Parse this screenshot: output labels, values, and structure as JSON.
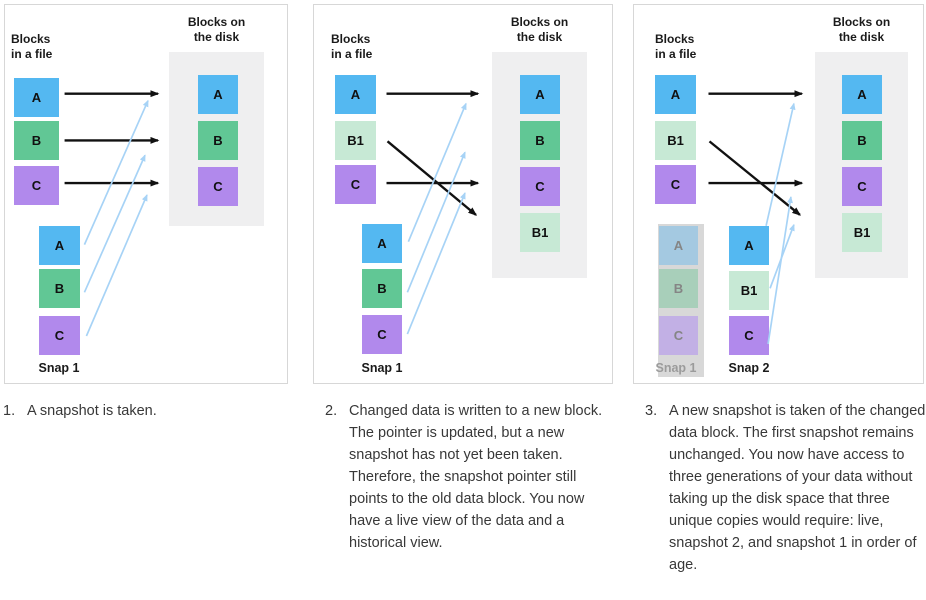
{
  "colors": {
    "block_blue": "#54b8f1",
    "block_green": "#61c795",
    "block_purple": "#b189ec",
    "block_pale_green": "#c7e9d5",
    "faded_blue": "#a4c9e1",
    "faded_green": "#a8cfba",
    "faded_purple": "#c2b0e5",
    "snapshot_backdrop_gray": "#d8d8d8",
    "disk_box_gray": "#efeff0",
    "pointer_arrow_black": "#111111",
    "snapshot_pointer_arrow_blue": "#a7d3f6"
  },
  "panels": [
    {
      "file_header": {
        "line1": "Blocks",
        "line2": "in a file"
      },
      "disk_header": {
        "line1": "Blocks on",
        "line2": "the disk"
      },
      "file_blocks": [
        {
          "label": "A"
        },
        {
          "label": "B"
        },
        {
          "label": "C"
        }
      ],
      "disk_blocks": [
        {
          "label": "A"
        },
        {
          "label": "B"
        },
        {
          "label": "C"
        }
      ],
      "snap1_blocks": [
        {
          "label": "A"
        },
        {
          "label": "B"
        },
        {
          "label": "C"
        }
      ],
      "snap1_label": "Snap 1",
      "caption_number": "1.",
      "caption_text": "A snapshot is taken."
    },
    {
      "file_header": {
        "line1": "Blocks",
        "line2": "in a file"
      },
      "disk_header": {
        "line1": "Blocks on",
        "line2": "the disk"
      },
      "file_blocks": [
        {
          "label": "A"
        },
        {
          "label": "B1"
        },
        {
          "label": "C"
        }
      ],
      "disk_blocks": [
        {
          "label": "A"
        },
        {
          "label": "B"
        },
        {
          "label": "C"
        },
        {
          "label": "B1"
        }
      ],
      "snap1_blocks": [
        {
          "label": "A"
        },
        {
          "label": "B"
        },
        {
          "label": "C"
        }
      ],
      "snap1_label": "Snap 1",
      "caption_number": "2.",
      "caption_text": "Changed data is written to a new block. The pointer is updated, but a new snapshot has not yet been taken. Therefore, the snapshot pointer still points to the old data block. You now have a live view of the data and a historical view."
    },
    {
      "file_header": {
        "line1": "Blocks",
        "line2": "in a file"
      },
      "disk_header": {
        "line1": "Blocks on",
        "line2": "the disk"
      },
      "file_blocks": [
        {
          "label": "A"
        },
        {
          "label": "B1"
        },
        {
          "label": "C"
        }
      ],
      "disk_blocks": [
        {
          "label": "A"
        },
        {
          "label": "B"
        },
        {
          "label": "C"
        },
        {
          "label": "B1"
        }
      ],
      "snap1_blocks": [
        {
          "label": "A"
        },
        {
          "label": "B"
        },
        {
          "label": "C"
        }
      ],
      "snap1_label": "Snap 1",
      "snap2_blocks": [
        {
          "label": "A"
        },
        {
          "label": "B1"
        },
        {
          "label": "C"
        }
      ],
      "snap2_label": "Snap 2",
      "caption_number": "3.",
      "caption_text": "A new snapshot is taken of the changed data block. The first snapshot remains unchanged. You now have access to three generations of your data without taking up the disk space that three unique copies would require: live, snapshot 2, and snapshot 1 in order of age."
    }
  ]
}
